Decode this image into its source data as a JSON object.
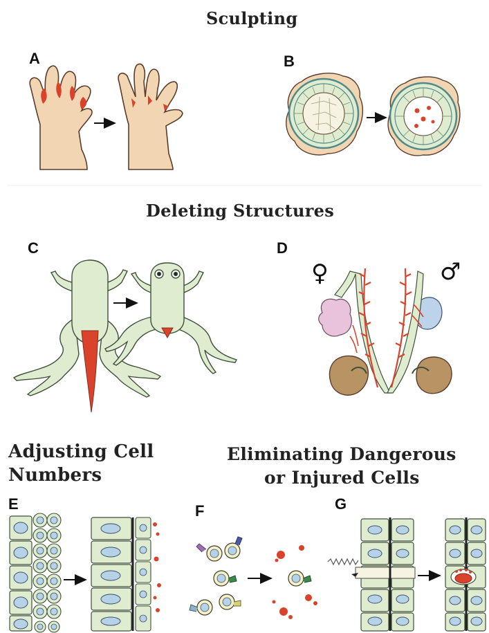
{
  "headings": {
    "sculpting": "Sculpting",
    "deleting": "Deleting Structures",
    "adjusting_line1": "Adjusting Cell",
    "adjusting_line2": "Numbers",
    "eliminating_line1": "Eliminating Dangerous",
    "eliminating_line2": "or Injured Cells"
  },
  "panels": [
    "A",
    "B",
    "C",
    "D",
    "E",
    "F",
    "G"
  ],
  "sex_symbols": {
    "female": "♀",
    "male": "♂"
  },
  "colors": {
    "tissue": "#f2d6b3",
    "tissue_outline": "#5a3b2a",
    "apoptotic_red": "#d9432c",
    "cell_green": "#dfeccf",
    "nucleus_blue": "#b6d2e6",
    "membrane_teal": "#4f8a8a",
    "ovary_pink": "#e9c3dc",
    "testis_blue": "#bcd3ea",
    "kidney_brown": "#b89464"
  }
}
